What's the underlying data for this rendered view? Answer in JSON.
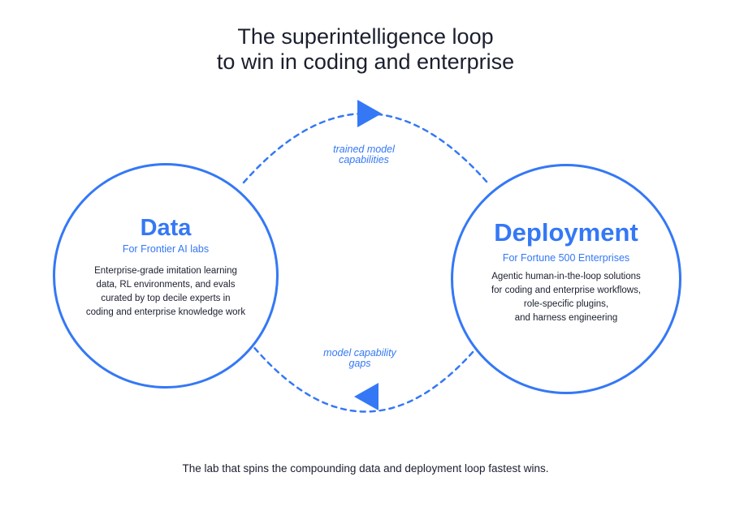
{
  "title": {
    "line1": "The superintelligence loop",
    "line2": "to win in coding and enterprise"
  },
  "nodes": {
    "data": {
      "heading": "Data",
      "subtitle": "For Frontier AI labs",
      "body": [
        "Enterprise-grade imitation learning",
        "data, RL environments, and evals",
        "curated by top decile experts in",
        "coding and enterprise knowledge work"
      ]
    },
    "deployment": {
      "heading": "Deployment",
      "subtitle": "For Fortune 500 Enterprises",
      "body": [
        "Agentic human-in-the-loop solutions",
        "for coding and enterprise workflows,",
        "role-specific plugins,",
        "and harness engineering"
      ]
    }
  },
  "edges": {
    "top": [
      "trained model",
      "capabilities"
    ],
    "bottom": [
      "model capability",
      "gaps"
    ]
  },
  "footer": "The lab that spins the compounding data and deployment loop fastest wins.",
  "colors": {
    "accent": "#3478f6",
    "text": "#1b1f2e",
    "background": "#ffffff"
  }
}
